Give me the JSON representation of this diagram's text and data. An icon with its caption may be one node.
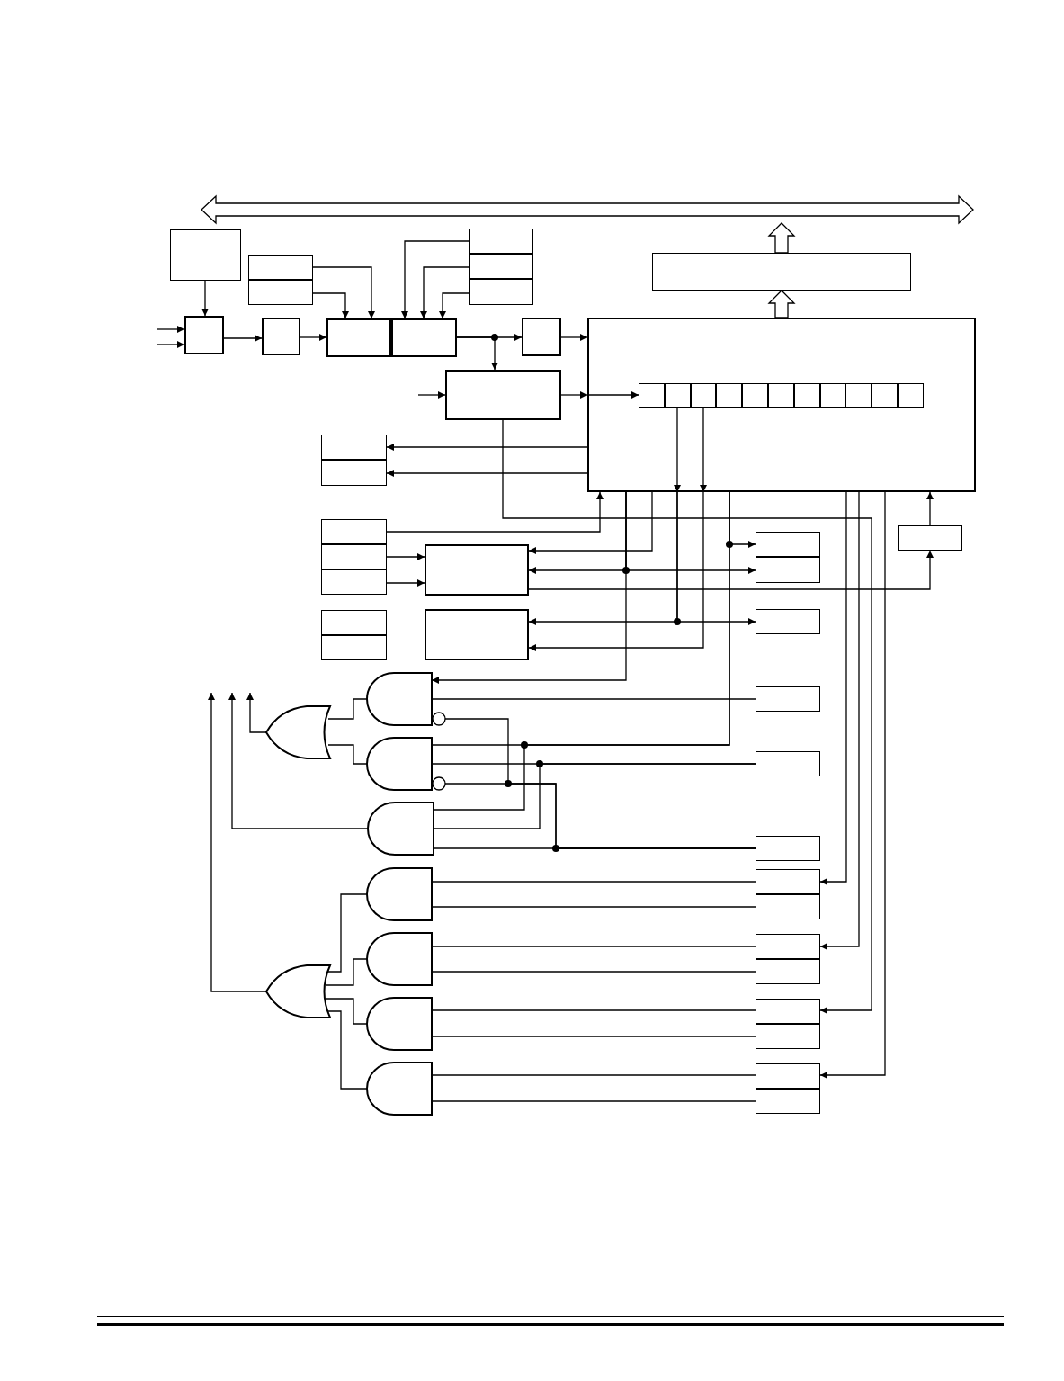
{
  "diagram": {
    "nodes": [
      {
        "text": [],
        "shape": "bar"
      },
      {
        "text": [],
        "shape": "box"
      },
      {
        "text": [],
        "shape": "box"
      },
      {
        "text": [],
        "shape": "box"
      },
      {
        "text": [],
        "shape": "box"
      },
      {
        "text": [],
        "shape": "box"
      },
      {
        "text": [],
        "shape": "box"
      },
      {
        "text": [],
        "shape": "box"
      },
      {
        "text": [],
        "shape": "box"
      },
      {
        "text": [],
        "shape": "box"
      },
      {
        "text": [],
        "shape": "box"
      },
      {
        "text": [],
        "shape": "box"
      },
      {
        "text": [],
        "shape": "box"
      },
      {
        "text": [],
        "shape": "box"
      },
      {
        "text": [],
        "shape": "box",
        "in": 13
      },
      {
        "text": [],
        "shape": "box",
        "in": 13
      },
      {
        "text": [],
        "shape": "box",
        "in": 13
      },
      {
        "text": [],
        "shape": "box",
        "in": 13
      },
      {
        "text": [],
        "shape": "box",
        "in": 13
      },
      {
        "text": [],
        "shape": "box",
        "in": 13
      },
      {
        "text": [],
        "shape": "box",
        "in": 13
      },
      {
        "text": [],
        "shape": "box",
        "in": 13
      },
      {
        "text": [],
        "shape": "box",
        "in": 13
      },
      {
        "text": [],
        "shape": "box",
        "in": 13
      },
      {
        "text": [],
        "shape": "box",
        "in": 13
      },
      {
        "text": [],
        "shape": "box"
      },
      {
        "text": [],
        "shape": "box"
      },
      {
        "text": [],
        "shape": "box"
      },
      {
        "text": [],
        "shape": "box"
      },
      {
        "text": [],
        "shape": "box"
      },
      {
        "text": [],
        "shape": "box"
      },
      {
        "text": [],
        "shape": "box"
      },
      {
        "text": [],
        "shape": "box"
      },
      {
        "text": [],
        "shape": "box"
      },
      {
        "text": [],
        "shape": "box"
      },
      {
        "text": [],
        "shape": "box"
      },
      {
        "text": [],
        "shape": "box"
      },
      {
        "text": [],
        "shape": "box"
      },
      {
        "text": [],
        "shape": "box"
      },
      {
        "text": [],
        "shape": "gate"
      },
      {
        "text": [],
        "shape": "gate"
      },
      {
        "text": [],
        "shape": "gate"
      },
      {
        "text": [],
        "shape": "box"
      },
      {
        "text": [],
        "shape": "box"
      },
      {
        "text": [],
        "shape": "gate"
      },
      {
        "text": [],
        "shape": "box"
      },
      {
        "text": [],
        "shape": "gate"
      },
      {
        "text": [],
        "shape": "box"
      },
      {
        "text": [],
        "shape": "box"
      },
      {
        "text": [],
        "shape": "gate"
      },
      {
        "text": [],
        "shape": "box"
      },
      {
        "text": [],
        "shape": "box"
      },
      {
        "text": [],
        "shape": "gate"
      },
      {
        "text": [],
        "shape": "box"
      },
      {
        "text": [],
        "shape": "box"
      },
      {
        "text": [],
        "shape": "gate"
      },
      {
        "text": [],
        "shape": "gate"
      },
      {
        "text": [],
        "shape": "box"
      },
      {
        "text": [],
        "shape": "box"
      }
    ],
    "edges": [
      {
        "from": 7,
        "to": 0,
        "arrow": "to",
        "style": "thick"
      },
      {
        "from": 13,
        "to": 7,
        "arrow": "to",
        "style": "thick"
      },
      {
        "from": 1,
        "to": 8,
        "arrow": "to"
      },
      {
        "from": null,
        "to": 8,
        "arrow": "to"
      },
      {
        "from": null,
        "to": 8,
        "arrow": "to"
      },
      {
        "from": 8,
        "to": 9,
        "arrow": "to"
      },
      {
        "from": 9,
        "to": 10,
        "arrow": "to"
      },
      {
        "from": 2,
        "to": 10,
        "arrow": "to"
      },
      {
        "from": 3,
        "to": 10,
        "arrow": "to"
      },
      {
        "from": 4,
        "to": 11,
        "arrow": "to"
      },
      {
        "from": 5,
        "to": 11,
        "arrow": "to"
      },
      {
        "from": 6,
        "to": 11,
        "arrow": "to"
      },
      {
        "from": 11,
        "to": 12,
        "arrow": "to"
      },
      {
        "from": 11,
        "to": 25,
        "arrow": "to"
      },
      {
        "from": 12,
        "to": 13,
        "arrow": "to"
      },
      {
        "from": null,
        "to": 25,
        "arrow": "to"
      },
      {
        "from": 25,
        "to": 13,
        "arrow": "to"
      },
      {
        "from": 13,
        "to": 14,
        "arrow": "to"
      },
      {
        "from": 15,
        "to": 13,
        "arrow": "to"
      },
      {
        "from": 13,
        "to": 37,
        "arrow": "to"
      },
      {
        "from": 13,
        "to": 38,
        "arrow": "to"
      },
      {
        "from": 16,
        "to": 13,
        "arrow": "to"
      },
      {
        "from": 13,
        "to": 37,
        "arrow": "to"
      },
      {
        "from": 13,
        "to": 26,
        "arrow": "to"
      },
      {
        "from": 13,
        "to": 27,
        "arrow": "to"
      },
      {
        "from": 25,
        "to": 53,
        "arrow": "to"
      },
      {
        "from": 28,
        "to": 13,
        "arrow": "to"
      },
      {
        "from": 13,
        "to": 31,
        "arrow": "to"
      },
      {
        "from": 29,
        "to": 31,
        "arrow": "to"
      },
      {
        "from": 30,
        "to": 31,
        "arrow": "to"
      },
      {
        "from": 13,
        "to": 31,
        "arrow": "to"
      },
      {
        "from": 13,
        "to": 33,
        "arrow": "to"
      },
      {
        "from": 13,
        "to": 39,
        "arrow": "to"
      },
      {
        "from": 31,
        "to": 34,
        "arrow": "to"
      },
      {
        "from": 34,
        "to": 13,
        "arrow": "to"
      },
      {
        "from": 13,
        "to": 32,
        "arrow": "to"
      },
      {
        "from": 13,
        "to": 41,
        "arrow": "none"
      },
      {
        "from": 13,
        "to": 47,
        "arrow": "to"
      },
      {
        "from": 13,
        "to": 50,
        "arrow": "to"
      },
      {
        "from": 13,
        "to": 57,
        "arrow": "to"
      },
      {
        "from": 39,
        "to": 40,
        "arrow": "none"
      },
      {
        "from": 41,
        "to": 40,
        "arrow": "none"
      },
      {
        "from": 40,
        "to": null,
        "arrow": "to"
      },
      {
        "from": 44,
        "to": null,
        "arrow": "to"
      },
      {
        "from": 55,
        "to": null,
        "arrow": "to"
      },
      {
        "from": 42,
        "to": 39,
        "arrow": "none"
      },
      {
        "from": 45,
        "to": 44,
        "arrow": "none"
      },
      {
        "from": 45,
        "to": 41,
        "arrow": "none"
      },
      {
        "from": 45,
        "to": 39,
        "arrow": "none"
      },
      {
        "from": 43,
        "to": 41,
        "arrow": "none"
      },
      {
        "from": 43,
        "to": 44,
        "arrow": "none"
      },
      {
        "from": 13,
        "to": 44,
        "arrow": "none"
      },
      {
        "from": 47,
        "to": 46,
        "arrow": "none"
      },
      {
        "from": 48,
        "to": 46,
        "arrow": "none"
      },
      {
        "from": 50,
        "to": 49,
        "arrow": "none"
      },
      {
        "from": 51,
        "to": 49,
        "arrow": "none"
      },
      {
        "from": 53,
        "to": 52,
        "arrow": "none"
      },
      {
        "from": 54,
        "to": 52,
        "arrow": "none"
      },
      {
        "from": 57,
        "to": 56,
        "arrow": "none"
      },
      {
        "from": 58,
        "to": 56,
        "arrow": "none"
      },
      {
        "from": 46,
        "to": 55,
        "arrow": "none"
      },
      {
        "from": 49,
        "to": 55,
        "arrow": "none"
      },
      {
        "from": 52,
        "to": 55,
        "arrow": "none"
      },
      {
        "from": 56,
        "to": 55,
        "arrow": "none"
      }
    ]
  }
}
